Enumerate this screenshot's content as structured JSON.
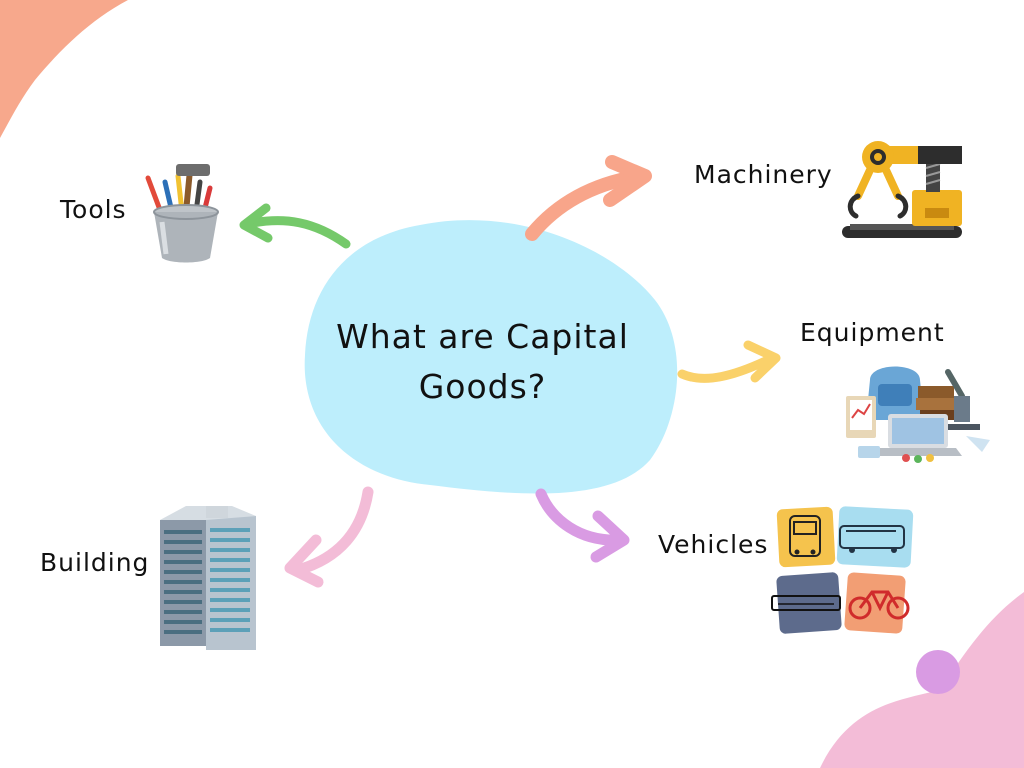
{
  "center": {
    "title": "What are Capital Goods?",
    "color": "#bdeefc"
  },
  "nodes": [
    {
      "id": "tools",
      "label": "Tools",
      "icon": "tools-bucket-icon",
      "arrow_color": "#75c96a"
    },
    {
      "id": "machinery",
      "label": "Machinery",
      "icon": "robotic-arm-icon",
      "arrow_color": "#f8a58a"
    },
    {
      "id": "equipment",
      "label": "Equipment",
      "icon": "equipment-icon",
      "arrow_color": "#fad16a"
    },
    {
      "id": "vehicles",
      "label": "Vehicles",
      "icon": "vehicles-icon",
      "arrow_color": "#d99be3"
    },
    {
      "id": "building",
      "label": "Building",
      "icon": "building-icon",
      "arrow_color": "#f3bcd7"
    }
  ],
  "decor": {
    "corner_top_left": "#f7a88c",
    "corner_bottom_right": "#f3bcd7",
    "dot": "#d99be3"
  }
}
